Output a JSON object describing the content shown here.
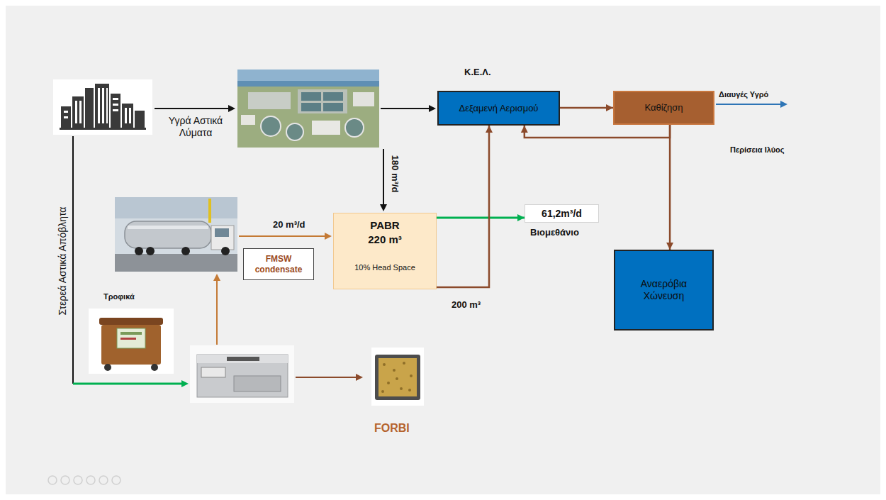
{
  "diagram": {
    "nodes": [
      {
        "text": [
          "Δεξαμενή Αερισμού"
        ]
      },
      {
        "text": [
          "Καθίζηση"
        ]
      },
      {
        "text": [
          "61,2m³/d"
        ]
      },
      {
        "text": [
          "PABR",
          "220 m³",
          "10% Head Space"
        ]
      },
      {
        "text": [
          "FMSW condensate"
        ]
      },
      {
        "text": [
          "Αναερόβια Χώνευση"
        ]
      }
    ],
    "edges": [
      {
        "from": 0,
        "to": 1,
        "arrow": "to"
      },
      {
        "from": 1,
        "to": 0,
        "arrow": "to"
      },
      {
        "from": 1,
        "to": 5,
        "arrow": "to"
      },
      {
        "from": 3,
        "to": 2,
        "arrow": "to"
      },
      {
        "from": 3,
        "to": 0,
        "arrow": "to",
        "label": "200 m³"
      }
    ],
    "labels": [
      "Κ.Ε.Λ.",
      "Υγρά Αστικά Λύματα",
      "Διαυγές Υγρό",
      "Περίσεια Ιλύος",
      "180 m³/d",
      "20 m³/d",
      "Βιομεθάνιο",
      "Στερεά Αστικά Απόβλητα",
      "Τροφικά",
      "FORBI"
    ]
  }
}
